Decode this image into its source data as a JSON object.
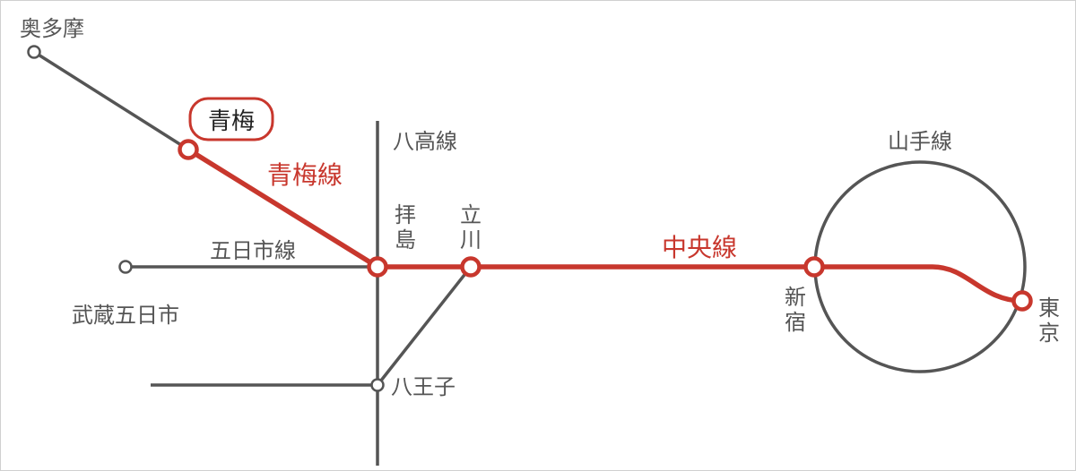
{
  "lines": {
    "ome": "青梅線",
    "chuo": "中央線",
    "itsukaichi": "五日市線",
    "hachiko": "八高線",
    "yamanote": "山手線"
  },
  "stations": {
    "okutama": "奥多摩",
    "ome": "青梅",
    "haijima_1": "拝",
    "haijima_2": "島",
    "tachikawa_1": "立",
    "tachikawa_2": "川",
    "musashi_itsukaichi": "武蔵五日市",
    "hachioji": "八王子",
    "shinjuku_1": "新",
    "shinjuku_2": "宿",
    "tokyo_1": "東",
    "tokyo_2": "京"
  },
  "colors": {
    "highlight": "#c8372d",
    "line_gray": "#555555"
  }
}
